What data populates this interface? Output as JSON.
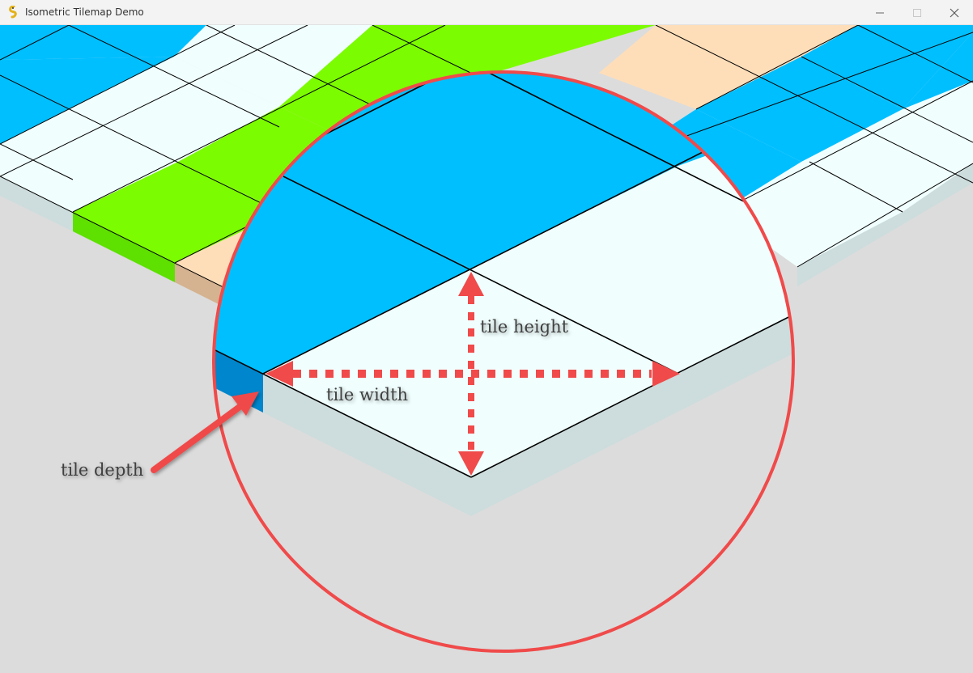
{
  "window": {
    "title": "Isometric Tilemap Demo",
    "app_icon": "pygame-snake-icon",
    "controls": {
      "minimize_icon": "minimize-icon",
      "maximize_icon": "maximize-icon",
      "close_icon": "close-icon"
    }
  },
  "colors": {
    "background": "#dcdcdc",
    "tile_blue": "#00bfff",
    "tile_white": "#f0fffe",
    "tile_green": "#7cfc00",
    "tile_peach": "#fedeb9",
    "side_gray": "#cddcdc",
    "annotation_red": "#f04a4a"
  },
  "annotations": {
    "tile_height": "tile height",
    "tile_width": "tile width",
    "tile_depth": "tile depth"
  }
}
